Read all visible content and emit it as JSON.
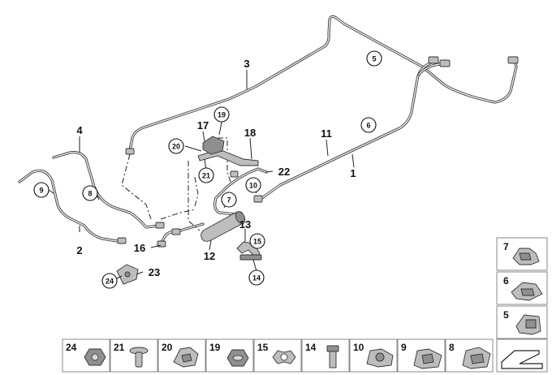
{
  "callouts": {
    "c1": "1",
    "c2": "2",
    "c3": "3",
    "c4": "4",
    "c5": "5",
    "c6": "6",
    "c7": "7",
    "c8": "8",
    "c9": "9",
    "c10": "10",
    "c11": "11",
    "c12": "12",
    "c13": "13",
    "c14": "14",
    "c15": "15",
    "c16": "16",
    "c17": "17",
    "c18": "18",
    "c19": "19",
    "c20": "20",
    "c21": "21",
    "c22": "22",
    "c23": "23",
    "c24": "24"
  },
  "legend": {
    "bottom_row": [
      "24",
      "21",
      "20",
      "19",
      "15",
      "14",
      "10",
      "9",
      "8"
    ],
    "side_column": [
      "7",
      "6",
      "5"
    ]
  }
}
